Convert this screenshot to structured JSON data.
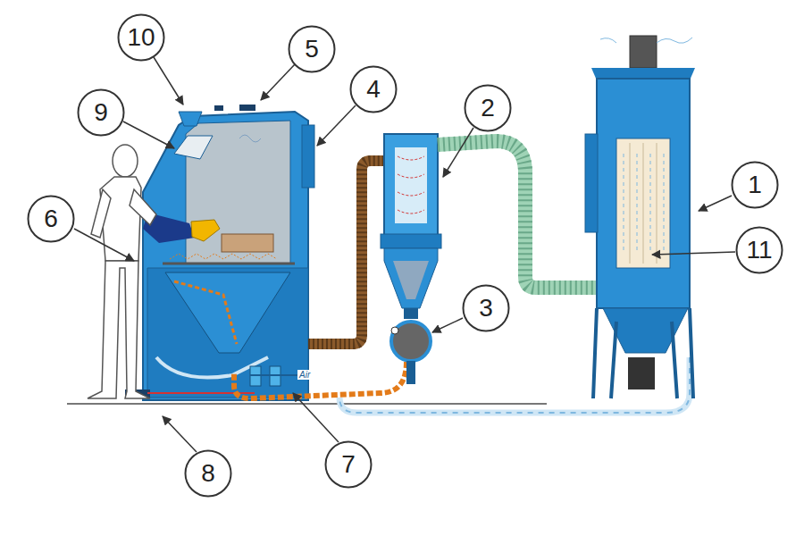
{
  "diagram": {
    "nodes": [
      {
        "text": [
          "10"
        ]
      },
      {
        "text": [
          "5"
        ]
      },
      {
        "text": [
          "4"
        ]
      },
      {
        "text": [
          "9"
        ]
      },
      {
        "text": [
          "2"
        ]
      },
      {
        "text": [
          "1"
        ]
      },
      {
        "text": [
          "6"
        ]
      },
      {
        "text": [
          "11"
        ]
      },
      {
        "text": [
          "3"
        ]
      },
      {
        "text": [
          "8"
        ]
      },
      {
        "text": [
          "7"
        ]
      }
    ],
    "labels": [
      "Air"
    ]
  }
}
